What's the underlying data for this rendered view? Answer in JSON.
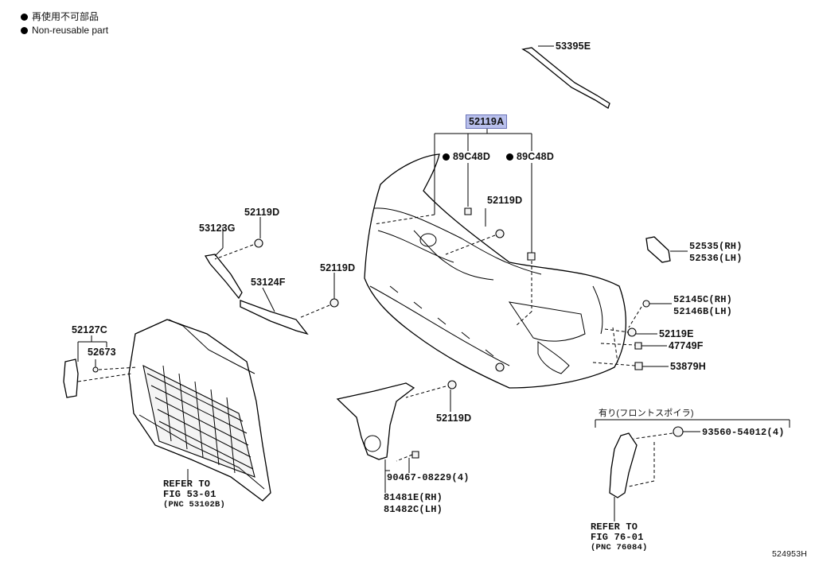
{
  "legend": {
    "line1": "再使用不可部品",
    "line2": "Non-reusable part"
  },
  "labels": {
    "p53395E": "53395E",
    "p52119A": "52119A",
    "p89C48D_left": "89C48D",
    "p89C48D_right": "89C48D",
    "p52119D_center": "52119D",
    "p52119D_left": "52119D",
    "p53123G": "53123G",
    "p52119D_mid": "52119D",
    "p53124F": "53124F",
    "p52535": "52535(RH)",
    "p52536": "52536(LH)",
    "p52145C": "52145C(RH)",
    "p52146B": "52146B(LH)",
    "p52119E": "52119E",
    "p47749F": "47749F",
    "p53879H": "53879H",
    "p52127C": "52127C",
    "p52673": "52673",
    "p52119D_bottom": "52119D",
    "p90467": "90467-08229(4)",
    "p81481E": "81481E(RH)",
    "p81482C": "81482C(LH)",
    "spoiler_note": "有り(フロントスポイラ)",
    "p93560": "93560-54012(4)",
    "ref1_line1": "REFER TO",
    "ref1_line2": "FIG 53-01",
    "ref1_line3": "(PNC 53102B)",
    "ref2_line1": "REFER TO",
    "ref2_line2": "FIG 76-01",
    "ref2_line3": "(PNC 76084)",
    "diagram_id": "524953H"
  },
  "colors": {
    "highlight": "#b9c0ec",
    "line": "#000000"
  }
}
